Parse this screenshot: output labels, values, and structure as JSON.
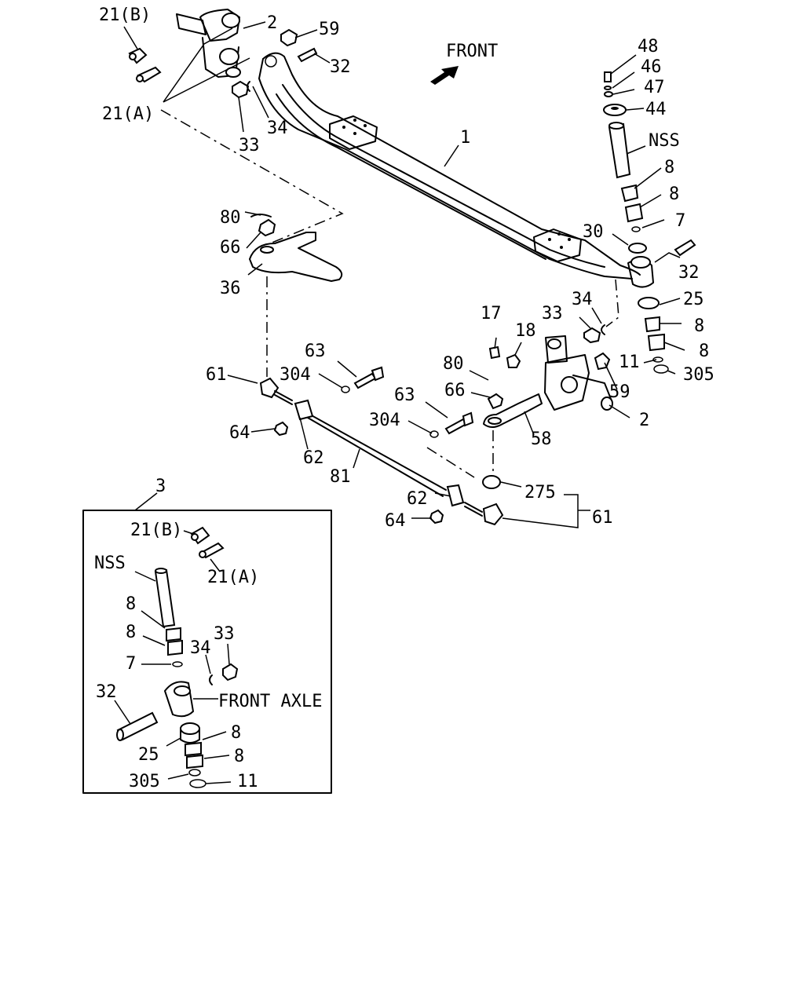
{
  "labels": {
    "front_arrow": "FRONT",
    "front_axle": "FRONT AXLE",
    "nss": "NSS",
    "c1": "1",
    "c2": "2",
    "c3": "3",
    "c7": "7",
    "c8": "8",
    "c11": "11",
    "c17": "17",
    "c18": "18",
    "c21a": "21(A)",
    "c21b": "21(B)",
    "c25": "25",
    "c30": "30",
    "c32": "32",
    "c33": "33",
    "c34": "34",
    "c36": "36",
    "c44": "44",
    "c46": "46",
    "c47": "47",
    "c48": "48",
    "c58": "58",
    "c59": "59",
    "c61": "61",
    "c62": "62",
    "c63": "63",
    "c64": "64",
    "c66": "66",
    "c80": "80",
    "c81": "81",
    "c275": "275",
    "c304": "304",
    "c305": "305"
  }
}
